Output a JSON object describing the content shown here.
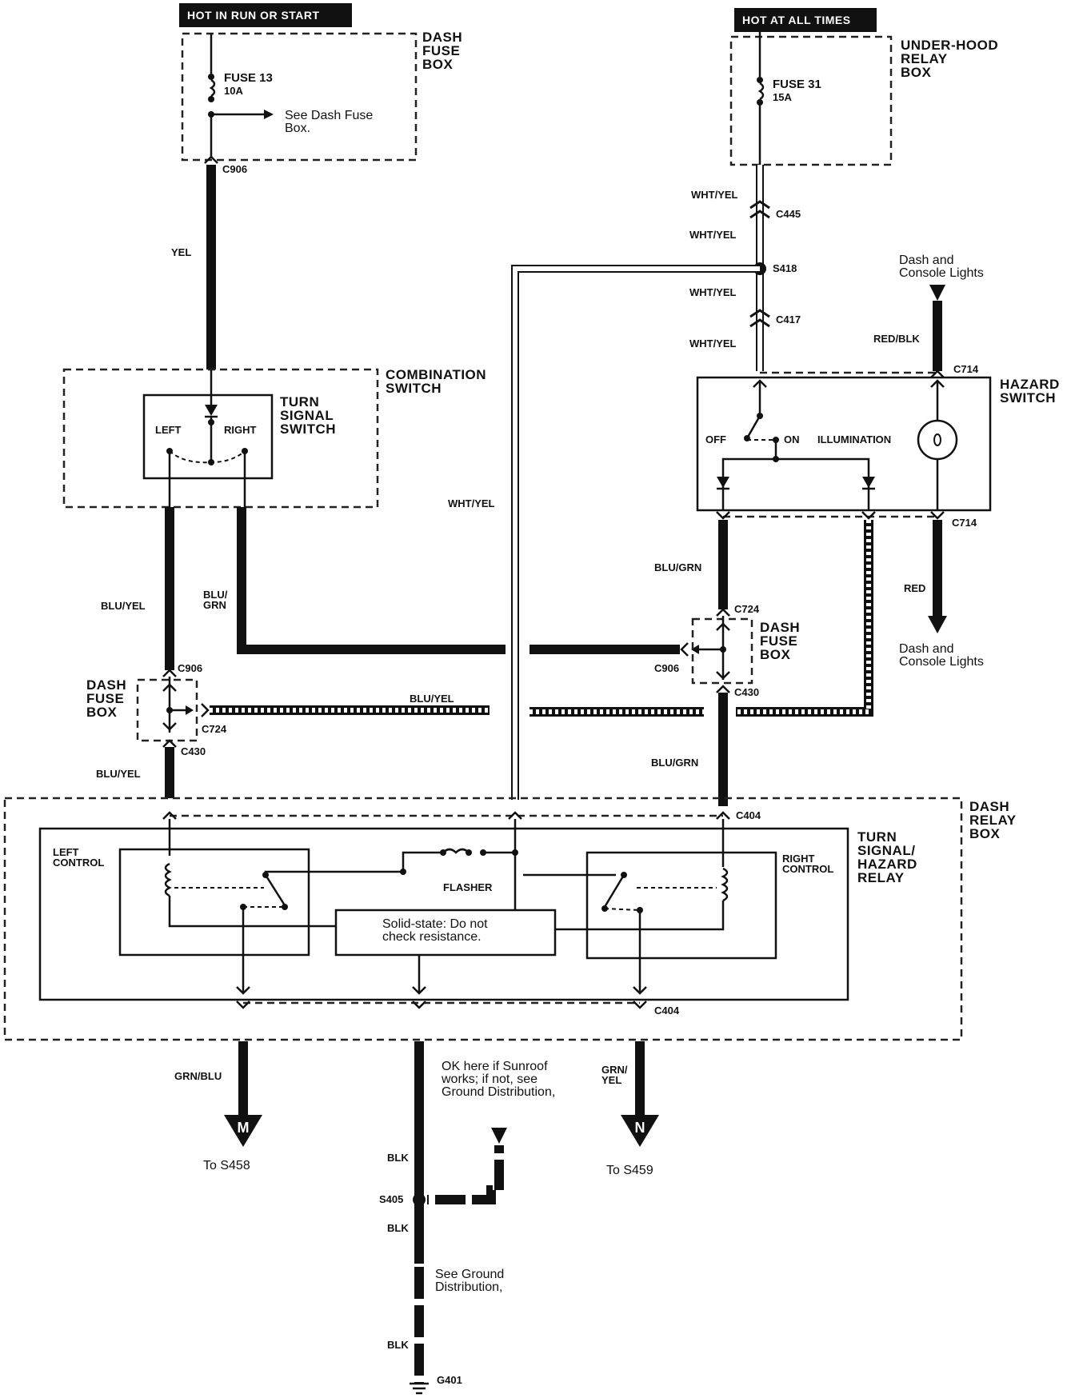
{
  "power": {
    "hot_run_start": "HOT IN RUN OR START",
    "hot_all_times": "HOT AT ALL TIMES"
  },
  "dash_fuse_box_top": {
    "name": "DASH\nFUSE\nBOX",
    "fuse": "FUSE 13",
    "rating": "10A",
    "note": "See Dash Fuse\nBox."
  },
  "underhood_box": {
    "name": "UNDER-HOOD\nRELAY\nBOX",
    "fuse": "FUSE 31",
    "rating": "15A"
  },
  "connectors": {
    "c906_top": "C906",
    "c445": "C445",
    "s418": "S418",
    "c417": "C417",
    "c714_top": "C714",
    "c714_bot": "C714",
    "c724_right": "C724",
    "c906_right": "C906",
    "c430_right": "C430",
    "c906_left": "C906",
    "c724_left": "C724",
    "c430_left": "C430",
    "c404_top": "C404",
    "c404_bot": "C404",
    "s405": "S405",
    "g401": "G401"
  },
  "wires": {
    "yel": "YEL",
    "wht_yel_1": "WHT/YEL",
    "wht_yel_2": "WHT/YEL",
    "wht_yel_3": "WHT/YEL",
    "wht_yel_4": "WHT/YEL",
    "wht_yel_long": "WHT/YEL",
    "red_blk": "RED/BLK",
    "red": "RED",
    "blu_yel_1": "BLU/YEL",
    "blu_grn_left": "BLU/\nGRN",
    "blu_grn_right": "BLU/GRN",
    "blu_yel_mid": "BLU/YEL",
    "blu_yel_2": "BLU/YEL",
    "blu_grn_right2": "BLU/GRN",
    "grn_blu": "GRN/BLU",
    "grn_yel": "GRN/\nYEL",
    "blk_1": "BLK",
    "blk_2": "BLK",
    "blk_3": "BLK"
  },
  "combination_switch": {
    "name": "COMBINATION\nSWITCH",
    "turn_signal_switch": "TURN\nSIGNAL\nSWITCH",
    "left": "LEFT",
    "right": "RIGHT"
  },
  "hazard_switch": {
    "name": "HAZARD\nSWITCH",
    "off": "OFF",
    "on": "ON",
    "illumination": "ILLUMINATION"
  },
  "dash_lights": {
    "top": "Dash and\nConsole Lights",
    "bottom": "Dash and\nConsole Lights"
  },
  "dash_fuse_box_right": "DASH\nFUSE\nBOX",
  "dash_fuse_box_left": "DASH\nFUSE\nBOX",
  "dash_relay_box": "DASH\nRELAY\nBOX",
  "relay": {
    "name": "TURN\nSIGNAL/\nHAZARD\nRELAY",
    "left_control": "LEFT\nCONTROL",
    "right_control": "RIGHT\nCONTROL",
    "flasher": "FLASHER",
    "solid_state": "Solid-state: Do not\ncheck resistance."
  },
  "outputs": {
    "m_label": "M",
    "m_to": "To S458",
    "n_label": "N",
    "n_to": "To S459"
  },
  "ground_notes": {
    "sunroof": "OK here if Sunroof\nworks; if not, see\nGround Distribution,",
    "see_ground": "See Ground\nDistribution,"
  }
}
